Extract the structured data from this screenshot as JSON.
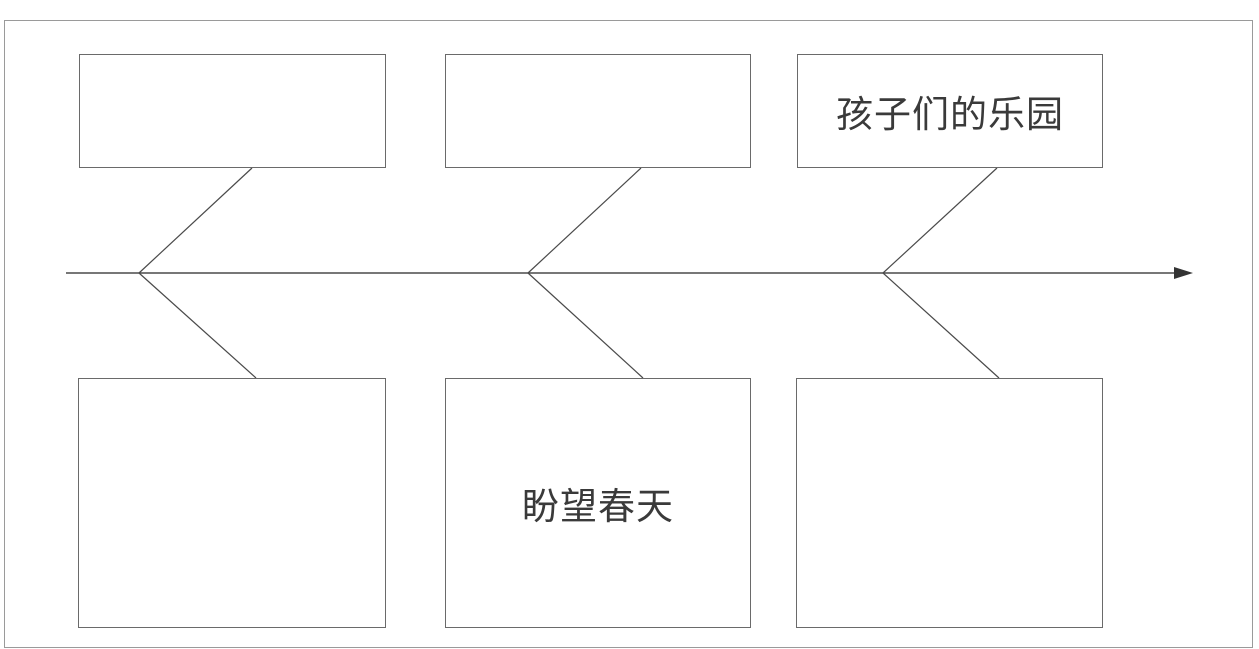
{
  "diagram": {
    "type": "fishbone",
    "top_boxes": [
      {
        "label": ""
      },
      {
        "label": ""
      },
      {
        "label": "孩子们的乐园"
      }
    ],
    "bottom_boxes": [
      {
        "label": ""
      },
      {
        "label": "盼望春天"
      },
      {
        "label": ""
      }
    ]
  },
  "colors": {
    "line": "#4a4a4a",
    "box_border": "#6a6a6a",
    "frame": "#9a9a9a",
    "text": "#3a3a3a"
  }
}
